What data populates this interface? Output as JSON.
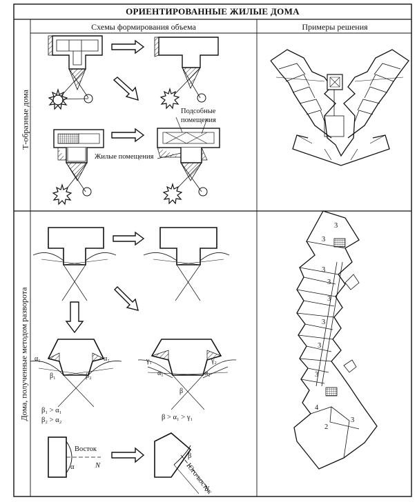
{
  "title": "ОРИЕНТИРОВАННЫЕ ЖИЛЫЕ ДОМА",
  "header": {
    "left": "Схемы формирования объема",
    "right": "Примеры решения"
  },
  "rows": {
    "row1": "Т-образные дома",
    "row2": "Дома, полученные методом разворота"
  },
  "labels": {
    "aux_rooms_1": "Подсобные",
    "aux_rooms_2": "помещения",
    "living_rooms": "Жилые помещения",
    "east": "Восток",
    "southeast": "Юго-восток",
    "north1": "N",
    "north2": "N",
    "alpha": "α",
    "beta": "β"
  },
  "angles": {
    "a1": "α₁",
    "a2": "α₂",
    "b1": "β₁",
    "b2": "β₂",
    "g1": "γ₁",
    "g2": "γ₂",
    "a1b": "α₁",
    "a2b": "α₂",
    "b": "β"
  },
  "inequalities": {
    "left1": "β₁ > α₁",
    "left2": "β₂ > α₂",
    "right": "β > α₁ > γ₁"
  },
  "plan_numbers": [
    "3",
    "3",
    "3",
    "3",
    "3",
    "3",
    "3",
    "3",
    "4",
    "2",
    "3"
  ]
}
